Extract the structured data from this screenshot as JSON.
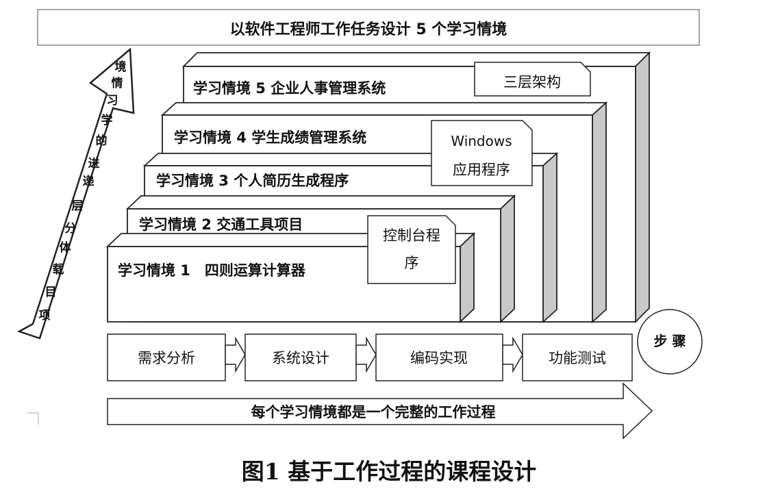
{
  "top_banner": "以软件工程师工作任务设计 5 个学习情境",
  "left_arrow_text": [
    "境",
    "情",
    "习",
    "学",
    "的",
    "进",
    "递",
    "层",
    "分",
    "体",
    "载",
    "目",
    "项"
  ],
  "situations": [
    {
      "label": "学习情境 1　四则运算计算器"
    },
    {
      "label": "学习情境 2  交通工具项目"
    },
    {
      "label": "学习情境 3  个人简历生成程序"
    },
    {
      "label": "学习情境 4  学生成绩管理系统"
    },
    {
      "label": "学习情境 5  企业人事管理系统"
    }
  ],
  "notes": {
    "console": [
      "控制台程",
      "序"
    ],
    "windows": [
      "Windows",
      "应用程序"
    ],
    "three_tier": "三层架构"
  },
  "steps": [
    "需求分析",
    "系统设计",
    "编码实现",
    "功能测试"
  ],
  "steps_label": "步 骤",
  "bottom_arrow_text": "每个学习情境都是一个完整的工作过程",
  "caption": "图1  基于工作过程的课程设计"
}
